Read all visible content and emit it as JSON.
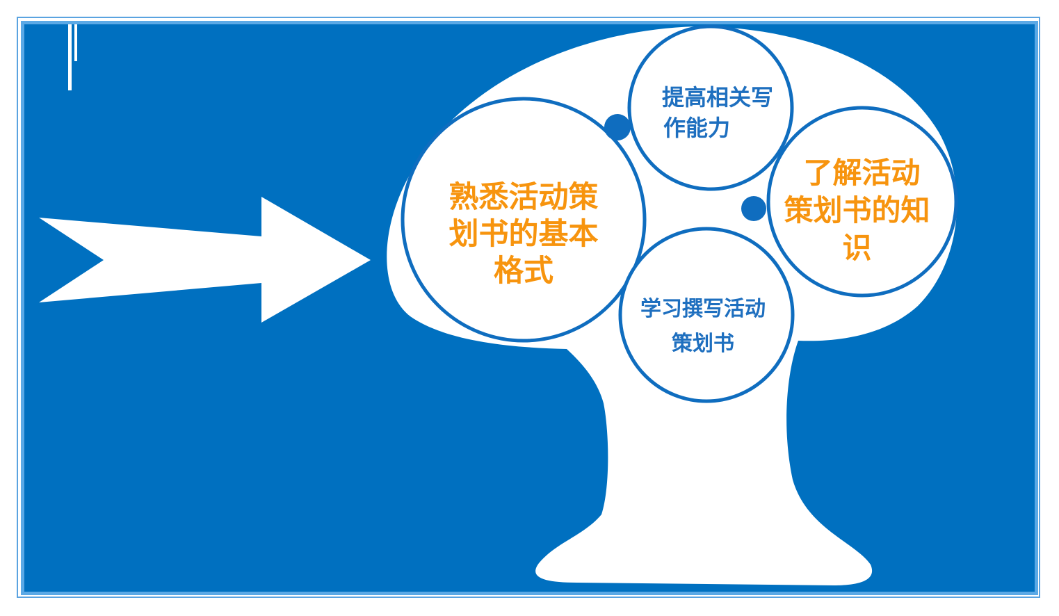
{
  "colors": {
    "background": "#0070C0",
    "frame_band": "#5BA9E6",
    "frame_line": "#5BA3E0",
    "shape_fill": "#FFFFFF",
    "circle_stroke": "#0F6DBF",
    "accent_orange": "#F7940E",
    "text_blue": "#1E6FBF"
  },
  "decorations": {
    "top_bars": [
      "bar-long",
      "bar-short"
    ],
    "arrow": "right-arrow-icon",
    "tree": "tree-shape"
  },
  "bubbles": [
    {
      "id": "main",
      "lines": [
        "熟悉活动策",
        "划书的基本",
        "格式"
      ],
      "color": "orange"
    },
    {
      "id": "top",
      "lines": [
        "提高相关写",
        "作能力"
      ],
      "color": "blue"
    },
    {
      "id": "right",
      "lines": [
        "了解活动",
        "策划书的知",
        "识"
      ],
      "color": "orange"
    },
    {
      "id": "bottom",
      "lines": [
        "学习撰写活动",
        "策划书"
      ],
      "color": "blue"
    }
  ]
}
